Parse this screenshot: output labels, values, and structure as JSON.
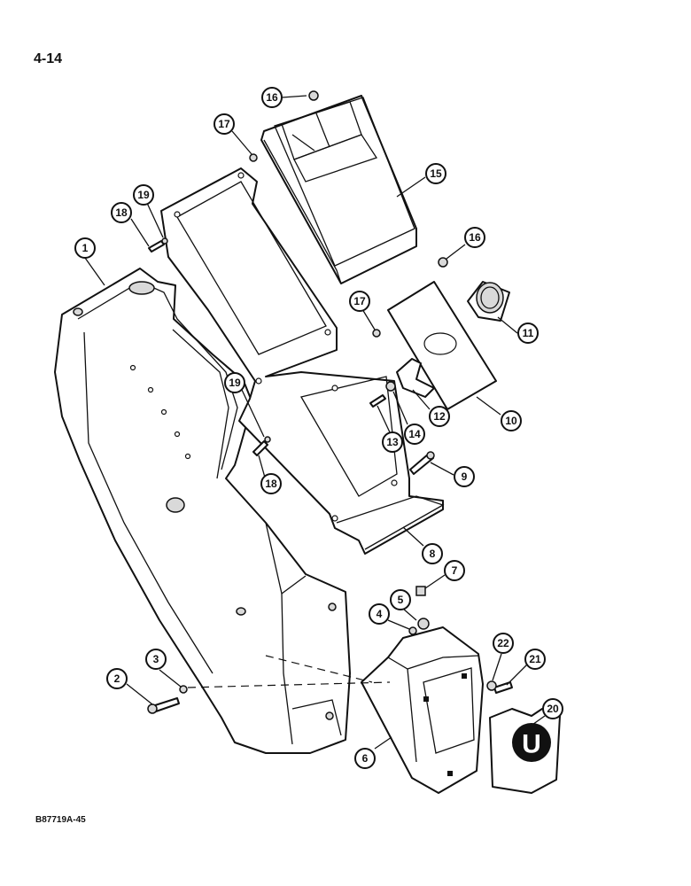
{
  "page": {
    "page_number": "4-14",
    "figure_code": "B87719A-45"
  },
  "diagram": {
    "callouts": [
      "1",
      "2",
      "3",
      "4",
      "5",
      "6",
      "7",
      "8",
      "9",
      "10",
      "11",
      "12",
      "13",
      "14",
      "15",
      "16",
      "16",
      "17",
      "17",
      "18",
      "18",
      "19",
      "19",
      "20",
      "21",
      "22"
    ],
    "decal_letter": "U"
  }
}
